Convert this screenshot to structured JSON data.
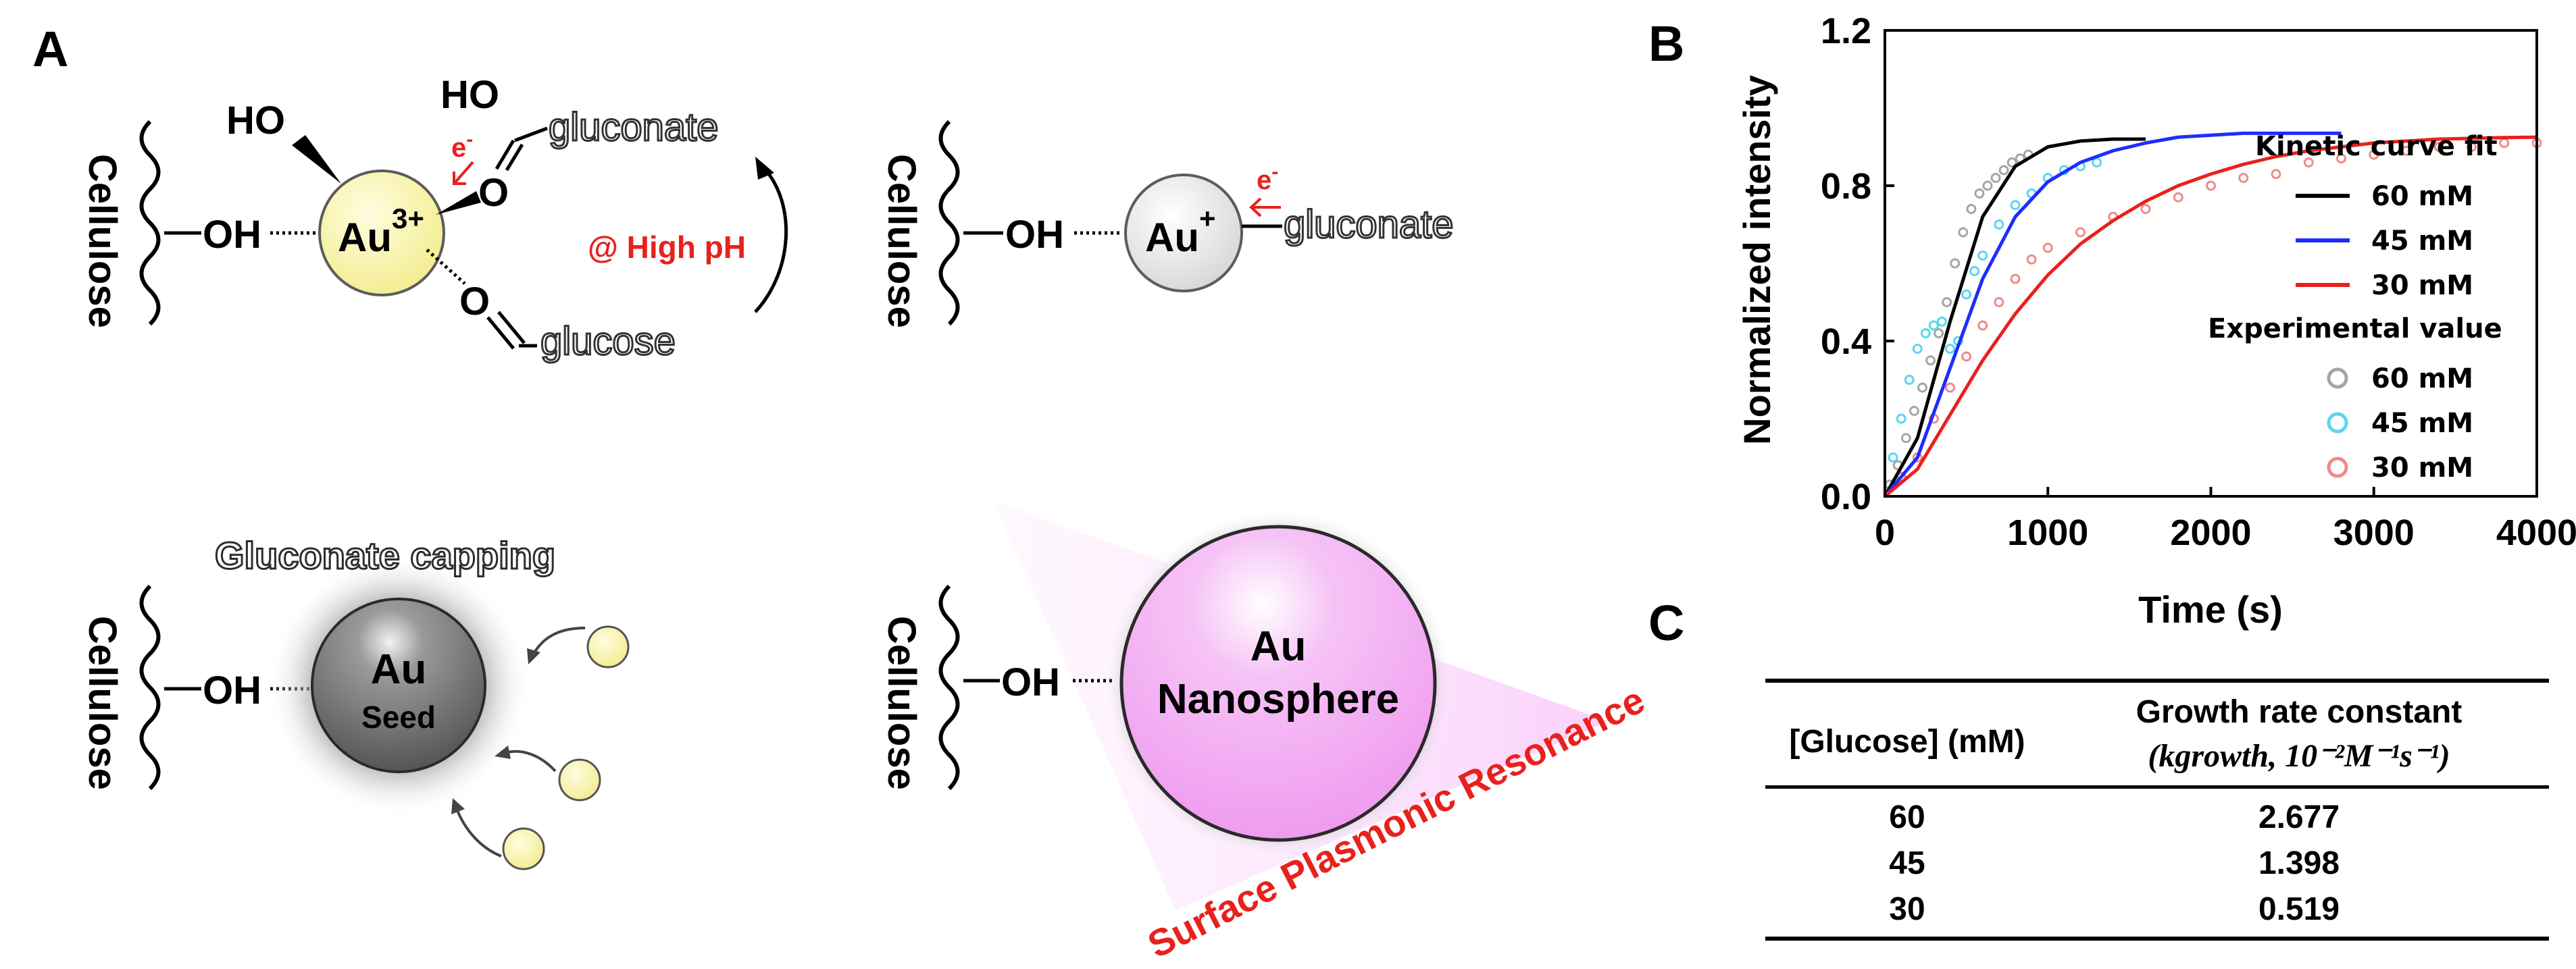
{
  "panels": {
    "a": "A",
    "b": "B",
    "c": "C"
  },
  "colors": {
    "gold": "#f3ec8d",
    "silver": "#e3e3e3",
    "seed": "#6f6f6f",
    "pink": "#f5b3f5",
    "red": "#e8211d",
    "blue": "#1e2cff",
    "cyan": "#5ad7ef",
    "gray": "#a6a6a6",
    "salmon": "#ef8b8b"
  },
  "schematic": {
    "cellulose": "Cellulose",
    "oh": "OH",
    "ho": "HO",
    "au3_base": "Au",
    "au3_sup": "3+",
    "au1_base": "Au",
    "au1_sup": "+",
    "electron_base": "e",
    "electron_sup": "-",
    "o": "O",
    "gluconate": "gluconate",
    "glucose": "glucose",
    "high_ph": "@ High pH",
    "capping": "Gluconate capping",
    "seed_line1": "Au",
    "seed_line2": "Seed",
    "nano_line1": "Au",
    "nano_line2": "Nanosphere",
    "spr": "Surface Plasmonic Resonance"
  },
  "chart_data": {
    "type": "scatter",
    "xlabel": "Time (s)",
    "ylabel": "Normalized intensity",
    "xlim": [
      0,
      4000
    ],
    "ylim": [
      0,
      1.2
    ],
    "xticks": [
      "0",
      "1000",
      "2000",
      "3000",
      "4000"
    ],
    "yticks": [
      "0.0",
      "0.4",
      "0.8",
      "1.2"
    ],
    "legend_fit_title": "Kinetic curve fit",
    "legend_exp_title": "Experimental value",
    "fit_series": [
      {
        "name": "60 mM",
        "color": "#000000",
        "x": [
          0,
          200,
          400,
          600,
          800,
          1000,
          1200,
          1400,
          1600
        ],
        "y": [
          0.0,
          0.15,
          0.45,
          0.72,
          0.85,
          0.9,
          0.915,
          0.92,
          0.92
        ]
      },
      {
        "name": "45 mM",
        "color": "#1e2cff",
        "x": [
          0,
          200,
          400,
          600,
          800,
          1000,
          1200,
          1400,
          1600,
          1800,
          2000,
          2200,
          2400,
          2600,
          2800
        ],
        "y": [
          0.0,
          0.1,
          0.33,
          0.56,
          0.72,
          0.81,
          0.86,
          0.89,
          0.91,
          0.925,
          0.93,
          0.935,
          0.935,
          0.935,
          0.935
        ]
      },
      {
        "name": "30 mM",
        "color": "#e8211d",
        "x": [
          0,
          200,
          400,
          600,
          800,
          1000,
          1200,
          1400,
          1600,
          1800,
          2000,
          2200,
          2400,
          2600,
          2800,
          3000,
          3200,
          3400,
          3600,
          3800,
          4000
        ],
        "y": [
          0.0,
          0.07,
          0.21,
          0.35,
          0.47,
          0.57,
          0.65,
          0.71,
          0.76,
          0.8,
          0.83,
          0.855,
          0.875,
          0.89,
          0.9,
          0.91,
          0.915,
          0.92,
          0.922,
          0.924,
          0.925
        ]
      }
    ],
    "exp_series": [
      {
        "name": "60 mM",
        "color": "#a6a6a6",
        "x": [
          30,
          80,
          130,
          180,
          230,
          280,
          330,
          380,
          430,
          480,
          530,
          580,
          630,
          680,
          730,
          780,
          830,
          880
        ],
        "y": [
          0.03,
          0.08,
          0.15,
          0.22,
          0.28,
          0.35,
          0.42,
          0.5,
          0.6,
          0.68,
          0.74,
          0.78,
          0.8,
          0.82,
          0.84,
          0.86,
          0.87,
          0.88
        ]
      },
      {
        "name": "45 mM",
        "color": "#5ad7ef",
        "x": [
          50,
          100,
          150,
          200,
          250,
          300,
          350,
          400,
          450,
          500,
          550,
          600,
          700,
          800,
          900,
          1000,
          1100,
          1200,
          1300
        ],
        "y": [
          0.1,
          0.2,
          0.3,
          0.38,
          0.42,
          0.44,
          0.45,
          0.38,
          0.4,
          0.52,
          0.58,
          0.62,
          0.7,
          0.75,
          0.78,
          0.82,
          0.84,
          0.85,
          0.86
        ]
      },
      {
        "name": "30 mM",
        "color": "#ef8b8b",
        "x": [
          100,
          200,
          300,
          400,
          500,
          600,
          700,
          800,
          900,
          1000,
          1200,
          1400,
          1600,
          1800,
          2000,
          2200,
          2400,
          2600,
          2800,
          3000,
          3200,
          3400,
          3600,
          3800,
          4000
        ],
        "y": [
          0.05,
          0.1,
          0.2,
          0.28,
          0.36,
          0.44,
          0.5,
          0.56,
          0.61,
          0.64,
          0.68,
          0.72,
          0.74,
          0.77,
          0.8,
          0.82,
          0.83,
          0.86,
          0.87,
          0.88,
          0.89,
          0.9,
          0.9,
          0.91,
          0.91
        ]
      }
    ]
  },
  "table": {
    "col1_header": "[Glucose] (mM)",
    "col2_header_line1": "Growth rate constant",
    "col2_header_line2": "(kgrowth, 10⁻²M⁻¹s⁻¹)",
    "rows": [
      {
        "glucose": "60",
        "k": "2.677"
      },
      {
        "glucose": "45",
        "k": "1.398"
      },
      {
        "glucose": "30",
        "k": "0.519"
      }
    ]
  }
}
